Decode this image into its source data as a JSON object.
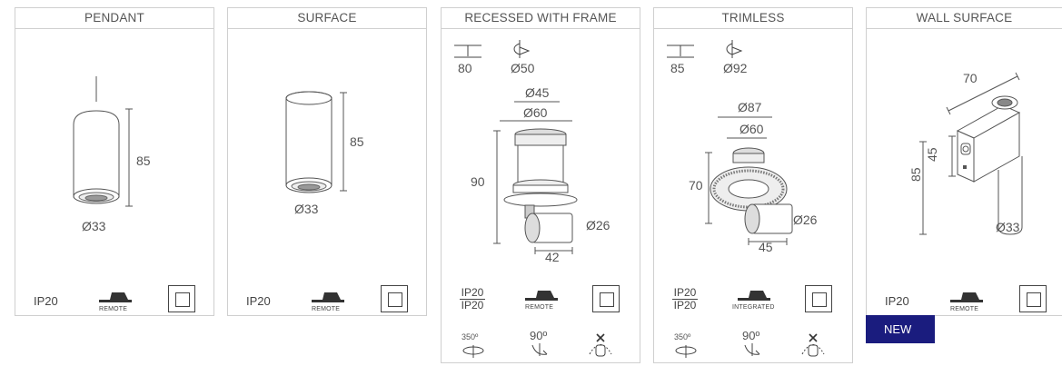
{
  "cards": [
    {
      "title": "PENDANT",
      "dims": {
        "height": "85",
        "diameter": "Ø33"
      },
      "ip": "IP20",
      "driver": "REMOTE"
    },
    {
      "title": "SURFACE",
      "dims": {
        "height": "85",
        "diameter": "Ø33"
      },
      "ip": "IP20",
      "driver": "REMOTE"
    },
    {
      "title": "RECESSED WITH FRAME",
      "dims": {
        "depth": "80",
        "cutout": "Ø50",
        "inner": "Ø45",
        "outer": "Ø60",
        "height": "90",
        "head": "Ø26",
        "width": "42"
      },
      "ip_top": "IP20",
      "ip_bottom": "IP20",
      "driver": "REMOTE",
      "rotation": "350º",
      "tilt": "90º"
    },
    {
      "title": "TRIMLESS",
      "dims": {
        "depth": "85",
        "cutout": "Ø92",
        "outer": "Ø87",
        "inner": "Ø60",
        "height": "70",
        "head": "Ø26",
        "width": "45"
      },
      "ip_top": "IP20",
      "ip_bottom": "IP20",
      "driver": "INTEGRATED",
      "rotation": "350º",
      "tilt": "90º"
    },
    {
      "title": "WALL SURFACE",
      "dims": {
        "width": "70",
        "plate": "45",
        "height": "85",
        "diameter": "Ø33"
      },
      "ip": "IP20",
      "driver": "REMOTE"
    }
  ],
  "badge": "NEW"
}
